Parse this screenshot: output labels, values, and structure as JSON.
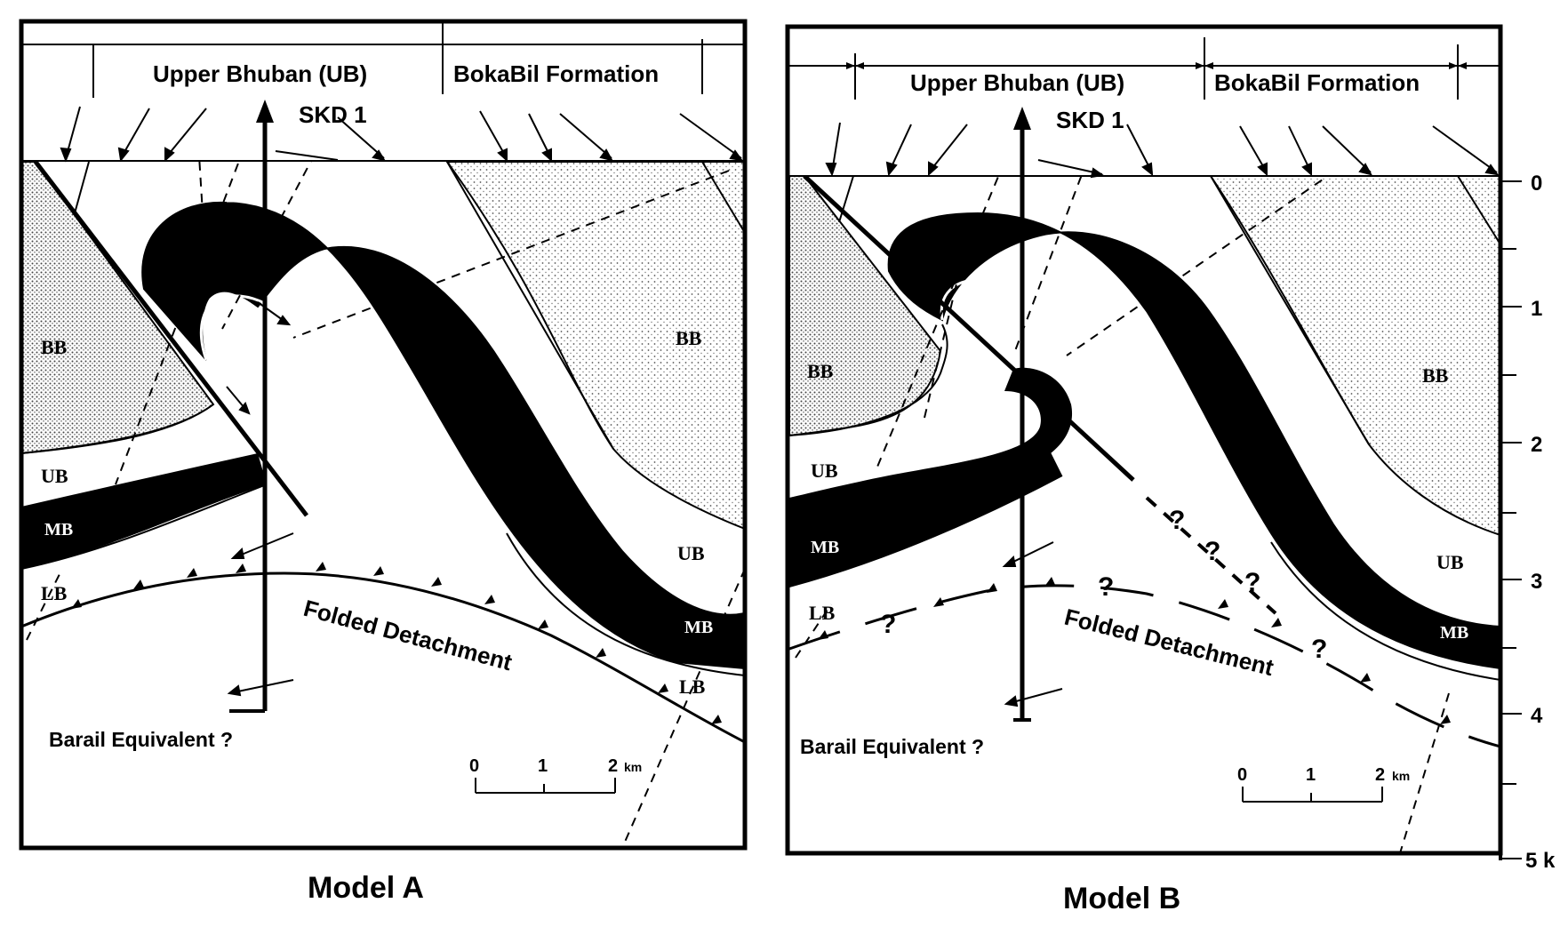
{
  "models": [
    {
      "title": "Model  A",
      "header": {
        "formation_left": "Upper Bhuban (UB)",
        "formation_right": "BokaBil Formation"
      },
      "well": "SKD 1",
      "units": {
        "bb1": "BB",
        "bb2": "BB",
        "ub1": "UB",
        "ub2": "UB",
        "mb1": "MB",
        "mb2": "MB",
        "lb1": "LB",
        "lb2": "LB"
      },
      "detachment": "Folded Detachment",
      "barail": "Barail Equivalent ?",
      "scale": {
        "t0": "0",
        "t1": "1",
        "t2": "2",
        "unit": "km"
      }
    },
    {
      "title": "Model  B",
      "header": {
        "formation_left": "Upper Bhuban (UB)",
        "formation_right": "BokaBil Formation"
      },
      "well": "SKD 1",
      "units": {
        "bb1": "BB",
        "bb2": "BB",
        "ub1": "UB",
        "ub2": "UB",
        "mb1": "MB",
        "mb2": "MB",
        "lb1": "LB"
      },
      "detachment": "Folded Detachment",
      "barail": "Barail Equivalent ?",
      "query": "?",
      "scale": {
        "t0": "0",
        "t1": "1",
        "t2": "2",
        "unit": "km"
      }
    }
  ],
  "depth_axis": {
    "ticks": [
      "0",
      "1",
      "2",
      "3",
      "4",
      "5 k"
    ]
  }
}
